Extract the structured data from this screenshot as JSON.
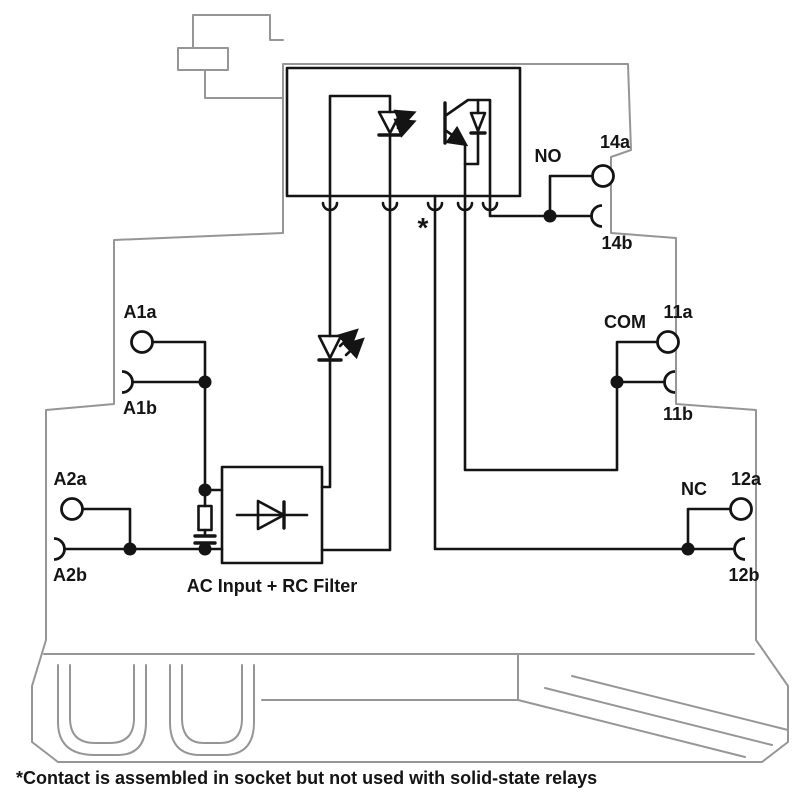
{
  "footnote": "*Contact is assembled in socket but not used with solid-state relays",
  "asterisk_marker": "*",
  "filter_box": {
    "label": "AC Input + RC Filter"
  },
  "labels": {
    "a1a": "A1a",
    "a1b": "A1b",
    "a2a": "A2a",
    "a2b": "A2b",
    "no": "NO",
    "t14a": "14a",
    "t14b": "14b",
    "com": "COM",
    "t11a": "11a",
    "t11b": "11b",
    "nc": "NC",
    "t12a": "12a",
    "t12b": "12b"
  },
  "components": {
    "module": "plug-in-solid-state-relay-module",
    "optocoupler": "optocoupler-led-and-phototransistor",
    "indicator": "status-led",
    "input_block": "ac-bridge-rectifier-with-rc-filter",
    "resistor": "series-resistor",
    "capacitor": "filter-capacitor",
    "socket_pin_count": 5
  },
  "colors": {
    "housing_outline": "#969696",
    "schematic": "#141414",
    "background": "#ffffff"
  }
}
